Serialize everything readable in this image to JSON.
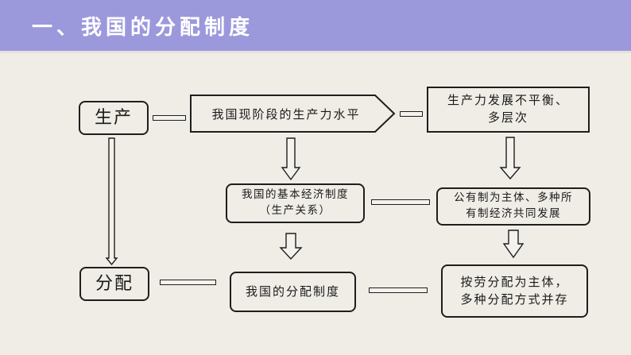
{
  "header": {
    "title": "一、我国的分配制度",
    "background": "#9c98dc"
  },
  "diagram": {
    "production_label": "生产",
    "distribution_label": "分配",
    "productivity_level": "我国现阶段的生产力水平",
    "productivity_feature": {
      "line1": "生产力发展不平衡、",
      "line2": "多层次"
    },
    "basic_economic_system": {
      "line1": "我国的基本经济制度",
      "line2": "（生产关系）"
    },
    "ownership_structure": {
      "line1": "公有制为主体、多种所",
      "line2": "有制经济共同发展"
    },
    "distribution_system": "我国的分配制度",
    "distribution_structure": {
      "line1": "按劳分配为主体，",
      "line2": "多种分配方式并存"
    },
    "connectors": {
      "equals": [
        "生产—我国现阶段的生产力水平",
        "我国现阶段的生产力水平—生产力发展不平衡、多层次",
        "我国的基本经济制度—公有制为主体、多种所有制经济共同发展",
        "分配—我国的分配制度",
        "我国的分配制度—按劳分配为主体，多种分配方式并存"
      ],
      "arrows": [
        "生产→分配",
        "我国现阶段的生产力水平→我国的基本经济制度",
        "我国的基本经济制度→我国的分配制度",
        "生产力发展不平衡、多层次→公有制为主体、多种所有制经济共同发展",
        "公有制为主体、多种所有制经济共同发展→按劳分配为主体，多种分配方式并存"
      ]
    }
  }
}
